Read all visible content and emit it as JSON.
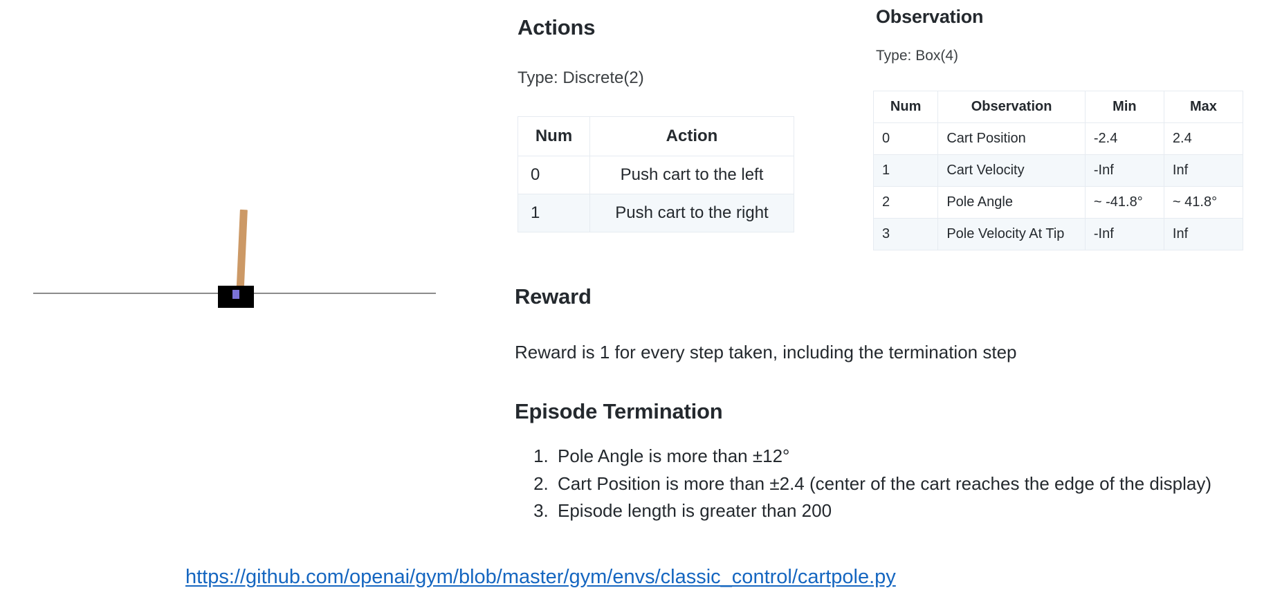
{
  "cartpole": {
    "render_name": "cartpole-simulation-render",
    "cart_color": "#000000",
    "pole_color": "#cc9966",
    "axle_color": "#7a72d6",
    "track_color": "#8b8b8b"
  },
  "actions": {
    "heading": "Actions",
    "type_label": "Type: Discrete(2)",
    "columns": [
      "Num",
      "Action"
    ],
    "rows": [
      {
        "num": "0",
        "action": "Push cart to the left"
      },
      {
        "num": "1",
        "action": "Push cart to the right"
      }
    ]
  },
  "observation": {
    "heading": "Observation",
    "type_label": "Type: Box(4)",
    "columns": [
      "Num",
      "Observation",
      "Min",
      "Max"
    ],
    "rows": [
      {
        "num": "0",
        "observation": "Cart Position",
        "min": "-2.4",
        "max": "2.4"
      },
      {
        "num": "1",
        "observation": "Cart Velocity",
        "min": "-Inf",
        "max": "Inf"
      },
      {
        "num": "2",
        "observation": "Pole Angle",
        "min": "~ -41.8°",
        "max": "~ 41.8°"
      },
      {
        "num": "3",
        "observation": "Pole Velocity At Tip",
        "min": "-Inf",
        "max": "Inf"
      }
    ]
  },
  "reward": {
    "heading": "Reward",
    "text": "Reward is 1 for every step taken, including the termination step"
  },
  "termination": {
    "heading": "Episode Termination",
    "items": [
      "Pole Angle is more than ±12°",
      "Cart Position is more than ±2.4 (center of the cart reaches the edge of the display)",
      "Episode length is greater than 200"
    ]
  },
  "source": {
    "url_text": "https://github.com/openai/gym/blob/master/gym/envs/classic_control/cartpole.py",
    "link_color": "#1566c0"
  }
}
